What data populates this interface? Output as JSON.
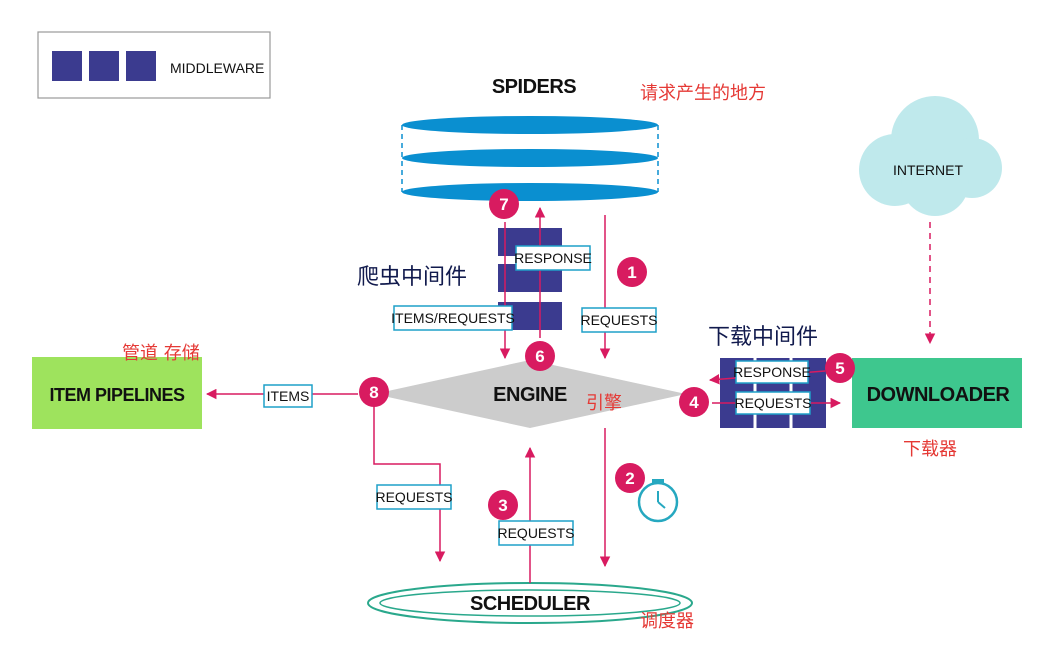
{
  "legend": {
    "label": "MIDDLEWARE"
  },
  "components": {
    "spiders": "SPIDERS",
    "engine": "ENGINE",
    "scheduler": "SCHEDULER",
    "downloader": "DOWNLOADER",
    "item_pipelines": "ITEM PIPELINES",
    "internet": "INTERNET"
  },
  "annotations": {
    "spiders_note": "请求产生的地方",
    "spider_middleware": "爬虫中间件",
    "downloader_middleware": "下载中间件",
    "pipelines_note": "管道  存储",
    "engine_note": "引擎",
    "downloader_note": "下载器",
    "scheduler_note": "调度器"
  },
  "flow_labels": {
    "response_top": "RESPONSE",
    "items_requests": "ITEMS/REQUESTS",
    "requests_1": "REQUESTS",
    "response_right": "RESPONSE",
    "requests_4": "REQUESTS",
    "items": "ITEMS",
    "requests_8": "REQUESTS",
    "requests_3": "REQUESTS"
  },
  "steps": [
    "1",
    "2",
    "3",
    "4",
    "5",
    "6",
    "7",
    "8"
  ],
  "colors": {
    "middleware": "#3b3b8f",
    "spiders": "#0a8fd0",
    "pipelines": "#9ee35d",
    "downloader": "#3ec78e",
    "internet": "#bfe9ec",
    "engine": "#cccccc",
    "step": "#d81b60",
    "flow": "#d81b60",
    "tag_border": "#1fa0c8",
    "annotation_red": "#e53935",
    "annotation_navy": "#111a4d",
    "scheduler": "#2aa88c"
  }
}
